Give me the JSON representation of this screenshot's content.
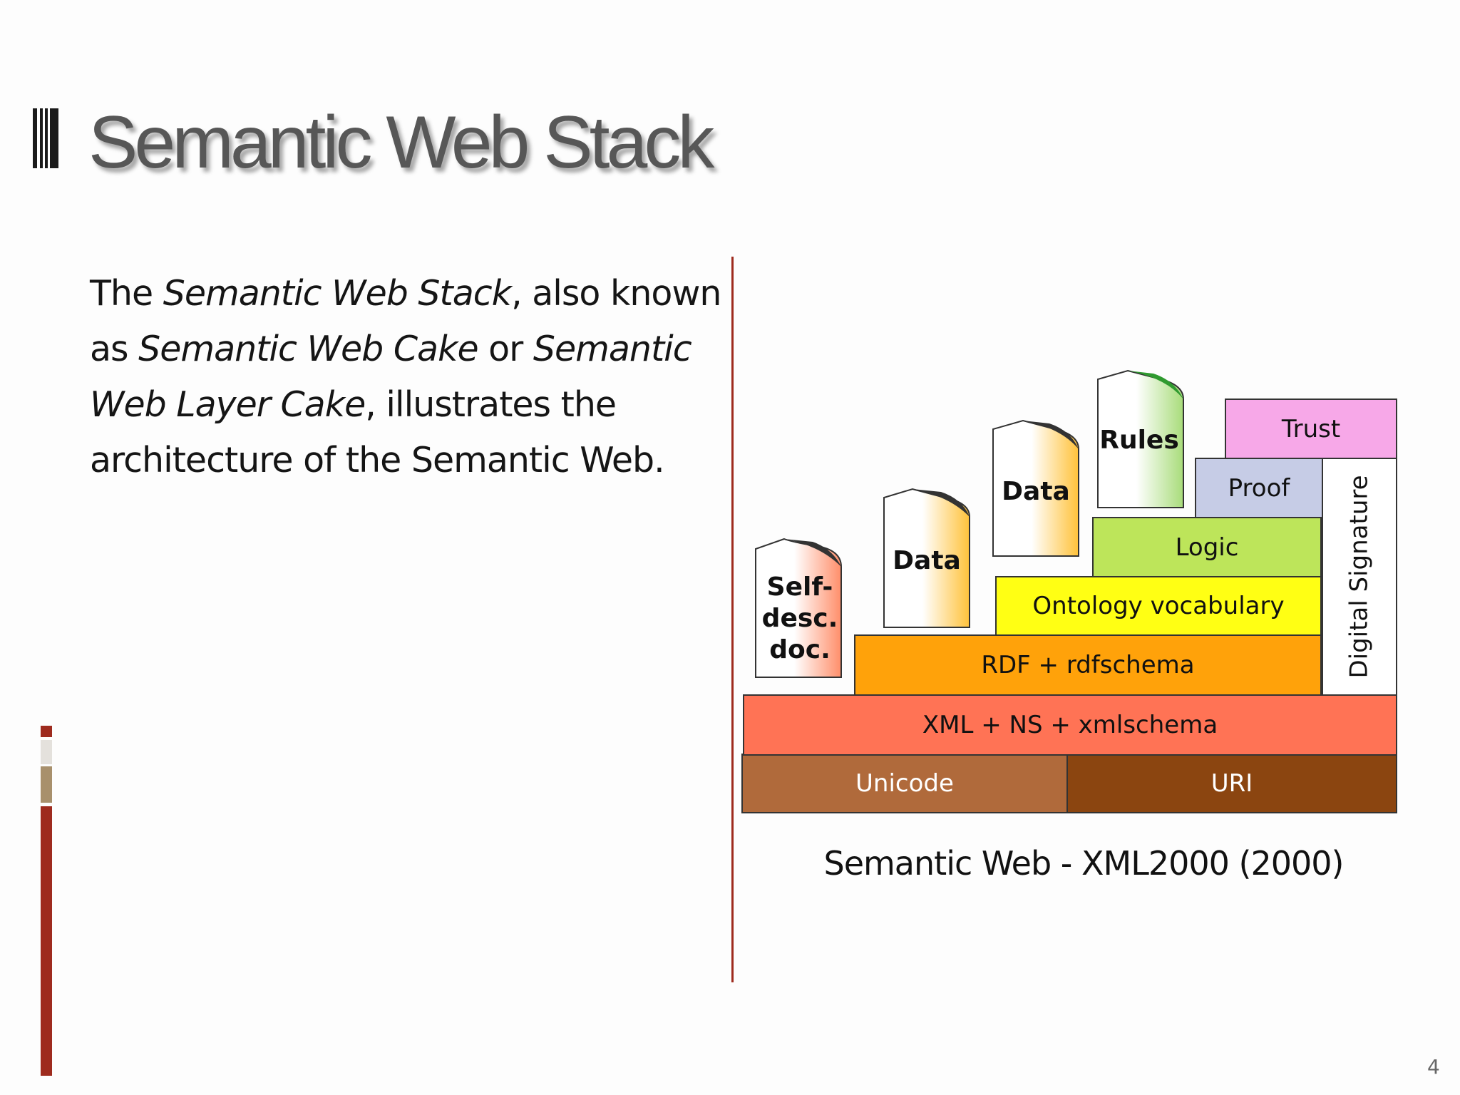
{
  "slide": {
    "title": "Semantic Web Stack",
    "page_number": "4",
    "body": {
      "p1": "The ",
      "em1": "Semantic Web Stack",
      "p2": ", also known as ",
      "em2": "Semantic Web Cake",
      "p3": " or ",
      "em3": "Semantic Web Layer Cake",
      "p4": ", illustrates the architecture of the Semantic Web."
    }
  },
  "diagram": {
    "caption": "Semantic Web - XML2000 (2000)",
    "layers": {
      "unicode": "Unicode",
      "uri": "URI",
      "xml": "XML + NS + xmlschema",
      "rdf": "RDF + rdfschema",
      "ontology": "Ontology vocabulary",
      "logic": "Logic",
      "proof": "Proof",
      "trust": "Trust",
      "digital_signature": "Digital Signature"
    },
    "documents": {
      "self_desc_line1": "Self-",
      "self_desc_line2": "desc.",
      "self_desc_line3": "doc.",
      "data1": "Data",
      "data2": "Data",
      "rules": "Rules"
    }
  },
  "colors": {
    "unicode": "#b06a3b",
    "uri": "#8b4510",
    "xml": "#ff7355",
    "rdf": "#ffa20a",
    "ontology": "#ffff14",
    "logic": "#bde55a",
    "proof": "#c6cce6",
    "trust": "#f7a8e8",
    "digital_signature": "#ffffff",
    "accent_red": "#9e2b1e"
  }
}
